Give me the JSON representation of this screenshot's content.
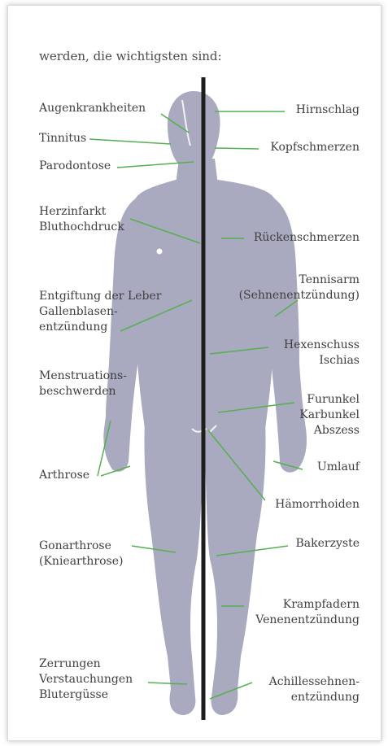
{
  "heading": "werden, die wichtigsten sind:",
  "labels_left": [
    {
      "id": "augenkrankheiten",
      "text": "Augenkrankheiten"
    },
    {
      "id": "tinnitus",
      "text": "Tinnitus"
    },
    {
      "id": "parodontose",
      "text": "Parodontose"
    },
    {
      "id": "herzinfarkt",
      "text": "Herzinfarkt\nBluthochdruck"
    },
    {
      "id": "leber",
      "text": "Entgiftung der Leber\nGallenblasen-\nentzündung"
    },
    {
      "id": "menstruation",
      "text": "Menstruations-\nbeschwerden"
    },
    {
      "id": "arthrose",
      "text": "Arthrose"
    },
    {
      "id": "gonarthrose",
      "text": "Gonarthrose\n(Kniearthrose)"
    },
    {
      "id": "zerrungen",
      "text": "Zerrungen\nVerstauchungen\nBlutergüsse"
    }
  ],
  "labels_right": [
    {
      "id": "hirnschlag",
      "text": "Hirnschlag"
    },
    {
      "id": "kopfschmerzen",
      "text": "Kopfschmerzen"
    },
    {
      "id": "rueckenschmerzen",
      "text": "Rückenschmerzen"
    },
    {
      "id": "tennisarm",
      "text": "Tennisarm\n(Sehnenentzündung)"
    },
    {
      "id": "hexenschuss",
      "text": "Hexenschuss\nIschias"
    },
    {
      "id": "furunkel",
      "text": "Furunkel\nKarbunkel\nAbszess"
    },
    {
      "id": "umlauf",
      "text": "Umlauf"
    },
    {
      "id": "haemorrhoiden",
      "text": "Hämorrhoiden"
    },
    {
      "id": "bakerzyste",
      "text": "Bakerzyste"
    },
    {
      "id": "krampfadern",
      "text": "Krampfadern\nVenenentzündung"
    },
    {
      "id": "achilles",
      "text": "Achillessehnen-\nentzündung"
    }
  ],
  "colors": {
    "body": "#a9a9c0",
    "leader": "#55b050",
    "axis": "#1e1e1e",
    "text": "#3f3f3f"
  }
}
